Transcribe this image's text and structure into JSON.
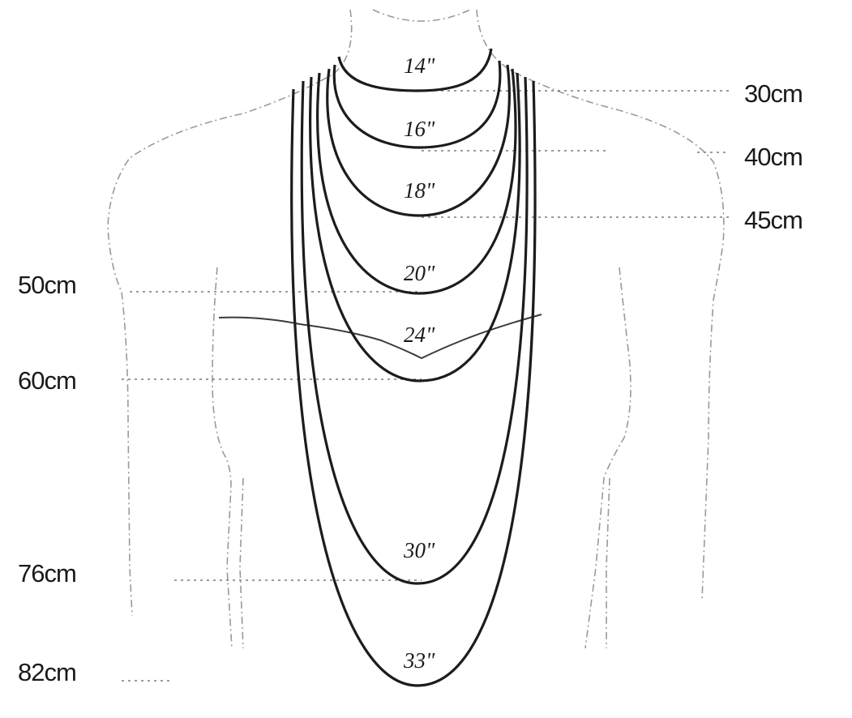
{
  "necklaces": [
    {
      "inch_label": "14\"",
      "cm_label": "30cm"
    },
    {
      "inch_label": "16\"",
      "cm_label": "40cm"
    },
    {
      "inch_label": "18\"",
      "cm_label": "45cm"
    },
    {
      "inch_label": "20\"",
      "cm_label": "50cm"
    },
    {
      "inch_label": "24\"",
      "cm_label": "60cm"
    },
    {
      "inch_label": "30\"",
      "cm_label": "76cm"
    },
    {
      "inch_label": "33\"",
      "cm_label": "82cm"
    }
  ],
  "colors": {
    "background": "#ffffff",
    "necklace_stroke": "#1c1c1c",
    "body_outline": "#9a9a9a",
    "guide_line": "#7a7a7a",
    "text": "#1a1a1a"
  }
}
